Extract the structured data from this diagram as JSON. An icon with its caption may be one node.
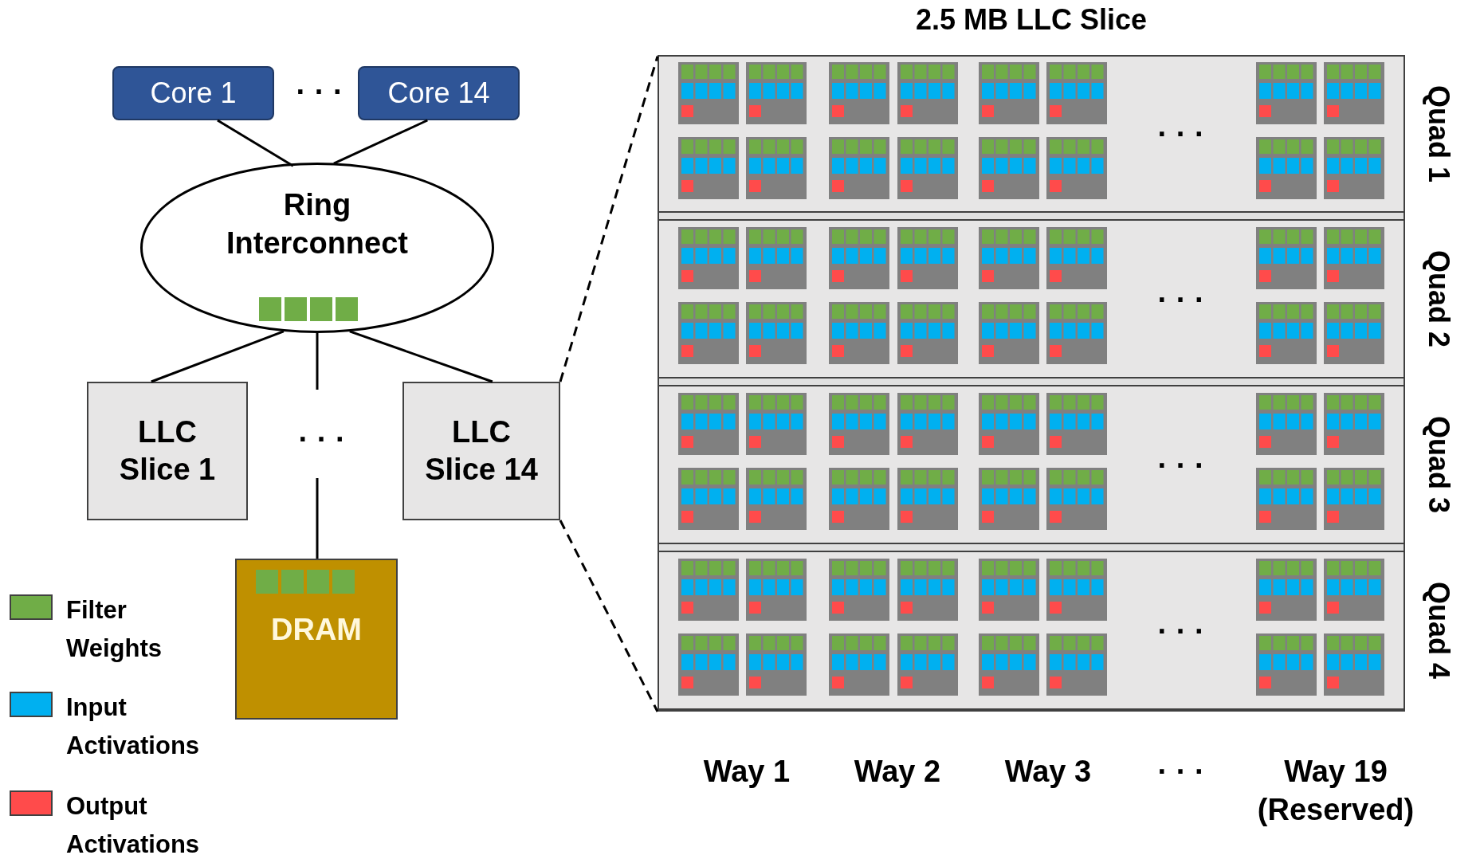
{
  "diagram": {
    "title": "2.5 MB LLC Slice",
    "nodes": [
      {
        "text": [
          "Core 1"
        ]
      },
      {
        "text": [
          "Core 14"
        ]
      },
      {
        "text": [
          "Ring Interconnect"
        ]
      },
      {
        "text": [
          "LLC Slice 1"
        ]
      },
      {
        "text": [
          "LLC Slice 14"
        ]
      },
      {
        "text": [
          "DRAM"
        ]
      },
      {
        "text": [],
        "shape": "box"
      },
      {
        "text": [
          "Quad 1"
        ],
        "in": 6
      },
      {
        "text": [
          "Quad 2"
        ],
        "in": 6
      },
      {
        "text": [
          "Quad 3"
        ],
        "in": 6
      },
      {
        "text": [
          "Quad 4"
        ],
        "in": 6
      }
    ],
    "edges": [
      {
        "from": 0,
        "to": 2,
        "arrow": "none"
      },
      {
        "from": 1,
        "to": 2,
        "arrow": "none"
      },
      {
        "from": 2,
        "to": 3,
        "arrow": "none"
      },
      {
        "from": 2,
        "to": 4,
        "arrow": "none"
      },
      {
        "from": 2,
        "to": null,
        "arrow": "none"
      },
      {
        "from": null,
        "to": 5,
        "arrow": "none"
      },
      {
        "from": 4,
        "to": 6,
        "arrow": "none",
        "style": "dashed"
      },
      {
        "from": 4,
        "to": 6,
        "arrow": "none",
        "style": "dashed"
      }
    ],
    "labels": [
      "· · ·",
      "· · ·",
      "· · ·",
      "· · ·",
      "· · ·",
      "· · ·",
      "Way 1",
      "Way 2",
      "Way 3",
      "· · ·",
      "Way 19 (Reserved)"
    ],
    "legend": [
      {
        "text": "Filter Weights",
        "color": "#70ad47"
      },
      {
        "text": "Input Activations",
        "color": "#00b0f0"
      },
      {
        "text": "Output Activations",
        "color": "#ff4b4b"
      }
    ]
  }
}
